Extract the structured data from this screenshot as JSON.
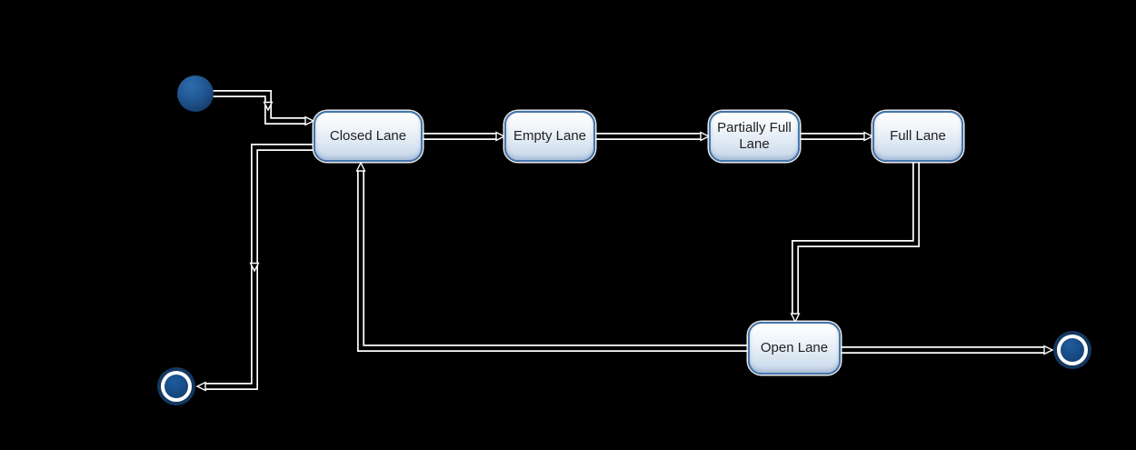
{
  "diagram": {
    "kind": "uml-state-machine",
    "background_color": "#000000",
    "states": [
      {
        "id": "closed",
        "label": "Closed Lane"
      },
      {
        "id": "empty",
        "label": "Empty Lane"
      },
      {
        "id": "partial",
        "label": "Partially Full Lane"
      },
      {
        "id": "full",
        "label": "Full Lane"
      },
      {
        "id": "open",
        "label": "Open Lane"
      }
    ],
    "pseudostates": [
      {
        "id": "initial",
        "kind": "initial-state"
      },
      {
        "id": "final-left",
        "kind": "final-state"
      },
      {
        "id": "final-right",
        "kind": "final-state"
      }
    ],
    "transitions": [
      {
        "from": "initial",
        "to": "closed"
      },
      {
        "from": "closed",
        "to": "empty"
      },
      {
        "from": "empty",
        "to": "partial"
      },
      {
        "from": "partial",
        "to": "full"
      },
      {
        "from": "full",
        "to": "open"
      },
      {
        "from": "open",
        "to": "closed"
      },
      {
        "from": "open",
        "to": "final-right"
      },
      {
        "from": "closed",
        "to": "final-left"
      }
    ],
    "colors": {
      "state_border": "#4576ad",
      "state_fill_top": "#ffffff",
      "state_fill_bottom": "#c7d6e9",
      "node_blue": "#1f5c9e",
      "node_navy": "#12365e",
      "connector_casing": "#ffffff",
      "text": "#1f1f1f"
    }
  }
}
